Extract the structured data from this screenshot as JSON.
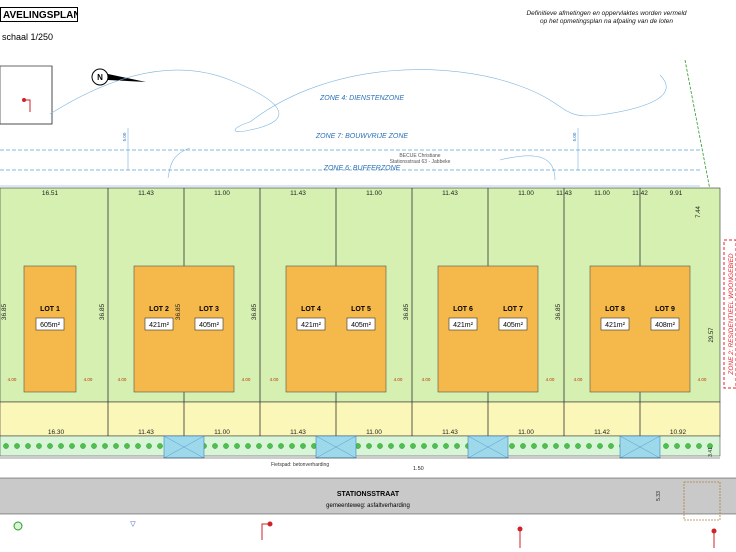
{
  "title": "AVELINGSPLAN",
  "scale_label": "schaal  1/250",
  "disclaimer": "Definitieve afmetingen en oppervlaktes worden vermeld op het opmetingsplan na afpaling van de loten",
  "zones": {
    "zone4": "ZONE 4: DIENSTENZONE",
    "zone7": "ZONE 7: BOUWVRIJE ZONE",
    "zone6": "ZONE 6: BUFFERZONE",
    "zone2": "ZONE 2: RESIDENTIEEL WOONGEBIED"
  },
  "owner_line1": "BECUE Christiane",
  "owner_line2": "Stationsstraat 63 - Jabbeke",
  "street_name": "STATIONSSTRAAT",
  "street_surface": "gemeenteweg: asfaltverharding",
  "footpath_label": "Fietspad: betonverharding",
  "north_symbol": "N",
  "zone_dims": [
    "5.00",
    "5.00"
  ],
  "depth_label": "36.85",
  "side_depth_right": "29.57",
  "corner_dim": "7.44",
  "offset_dim": "1.50",
  "road_dim": "5.33",
  "right_small_dim": "3.41",
  "top_frontages": [
    "16.51",
    "11.43",
    "11.00",
    "11.43",
    "11.00",
    "11.43",
    "11.00",
    "11.43",
    "11.00",
    "11.42",
    "9.91"
  ],
  "bottom_frontages": [
    "16.30",
    "11.43",
    "11.00",
    "11.43",
    "11.00",
    "11.43",
    "11.00",
    "11.42",
    "10.92"
  ],
  "lots": [
    {
      "name": "LOT 1",
      "area": "605m²"
    },
    {
      "name": "LOT 2",
      "area": "421m²"
    },
    {
      "name": "LOT 3",
      "area": "405m²"
    },
    {
      "name": "LOT 4",
      "area": "421m²"
    },
    {
      "name": "LOT 5",
      "area": "405m²"
    },
    {
      "name": "LOT 6",
      "area": "421m²"
    },
    {
      "name": "LOT 7",
      "area": "405m²"
    },
    {
      "name": "LOT 8",
      "area": "421m²"
    },
    {
      "name": "LOT 9",
      "area": "408m²"
    }
  ],
  "setback_label": "4.00",
  "colors": {
    "lot_green": "#d5f0b0",
    "building_orange": "#f5b84a",
    "front_yellow": "#fbf7b8",
    "verge": "#d8f5d8",
    "road_grey": "#c9c9c9",
    "driveway_blue": "#9dd9ea",
    "zone_line_blue": "#5aa2d8",
    "residential_red": "#e8202a"
  }
}
